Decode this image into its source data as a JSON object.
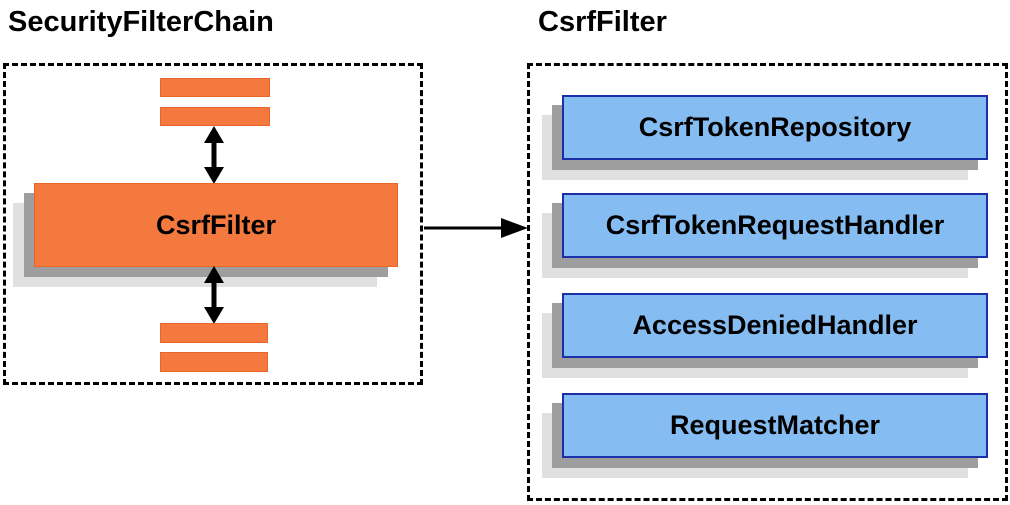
{
  "left_panel": {
    "title": "SecurityFilterChain",
    "filter_box_label": "CsrfFilter"
  },
  "right_panel": {
    "title": "CsrfFilter",
    "components": [
      {
        "label": "CsrfTokenRepository"
      },
      {
        "label": "CsrfTokenRequestHandler"
      },
      {
        "label": "AccessDeniedHandler"
      },
      {
        "label": "RequestMatcher"
      }
    ]
  },
  "colors": {
    "orange": "#F4793E",
    "orange_border": "#E8662A",
    "blue_fill": "#85BDF2",
    "blue_border": "#1B2FA8",
    "shadow_dark": "#9E9E9E",
    "shadow_light": "#E0E0E0",
    "arrow": "#000000"
  }
}
